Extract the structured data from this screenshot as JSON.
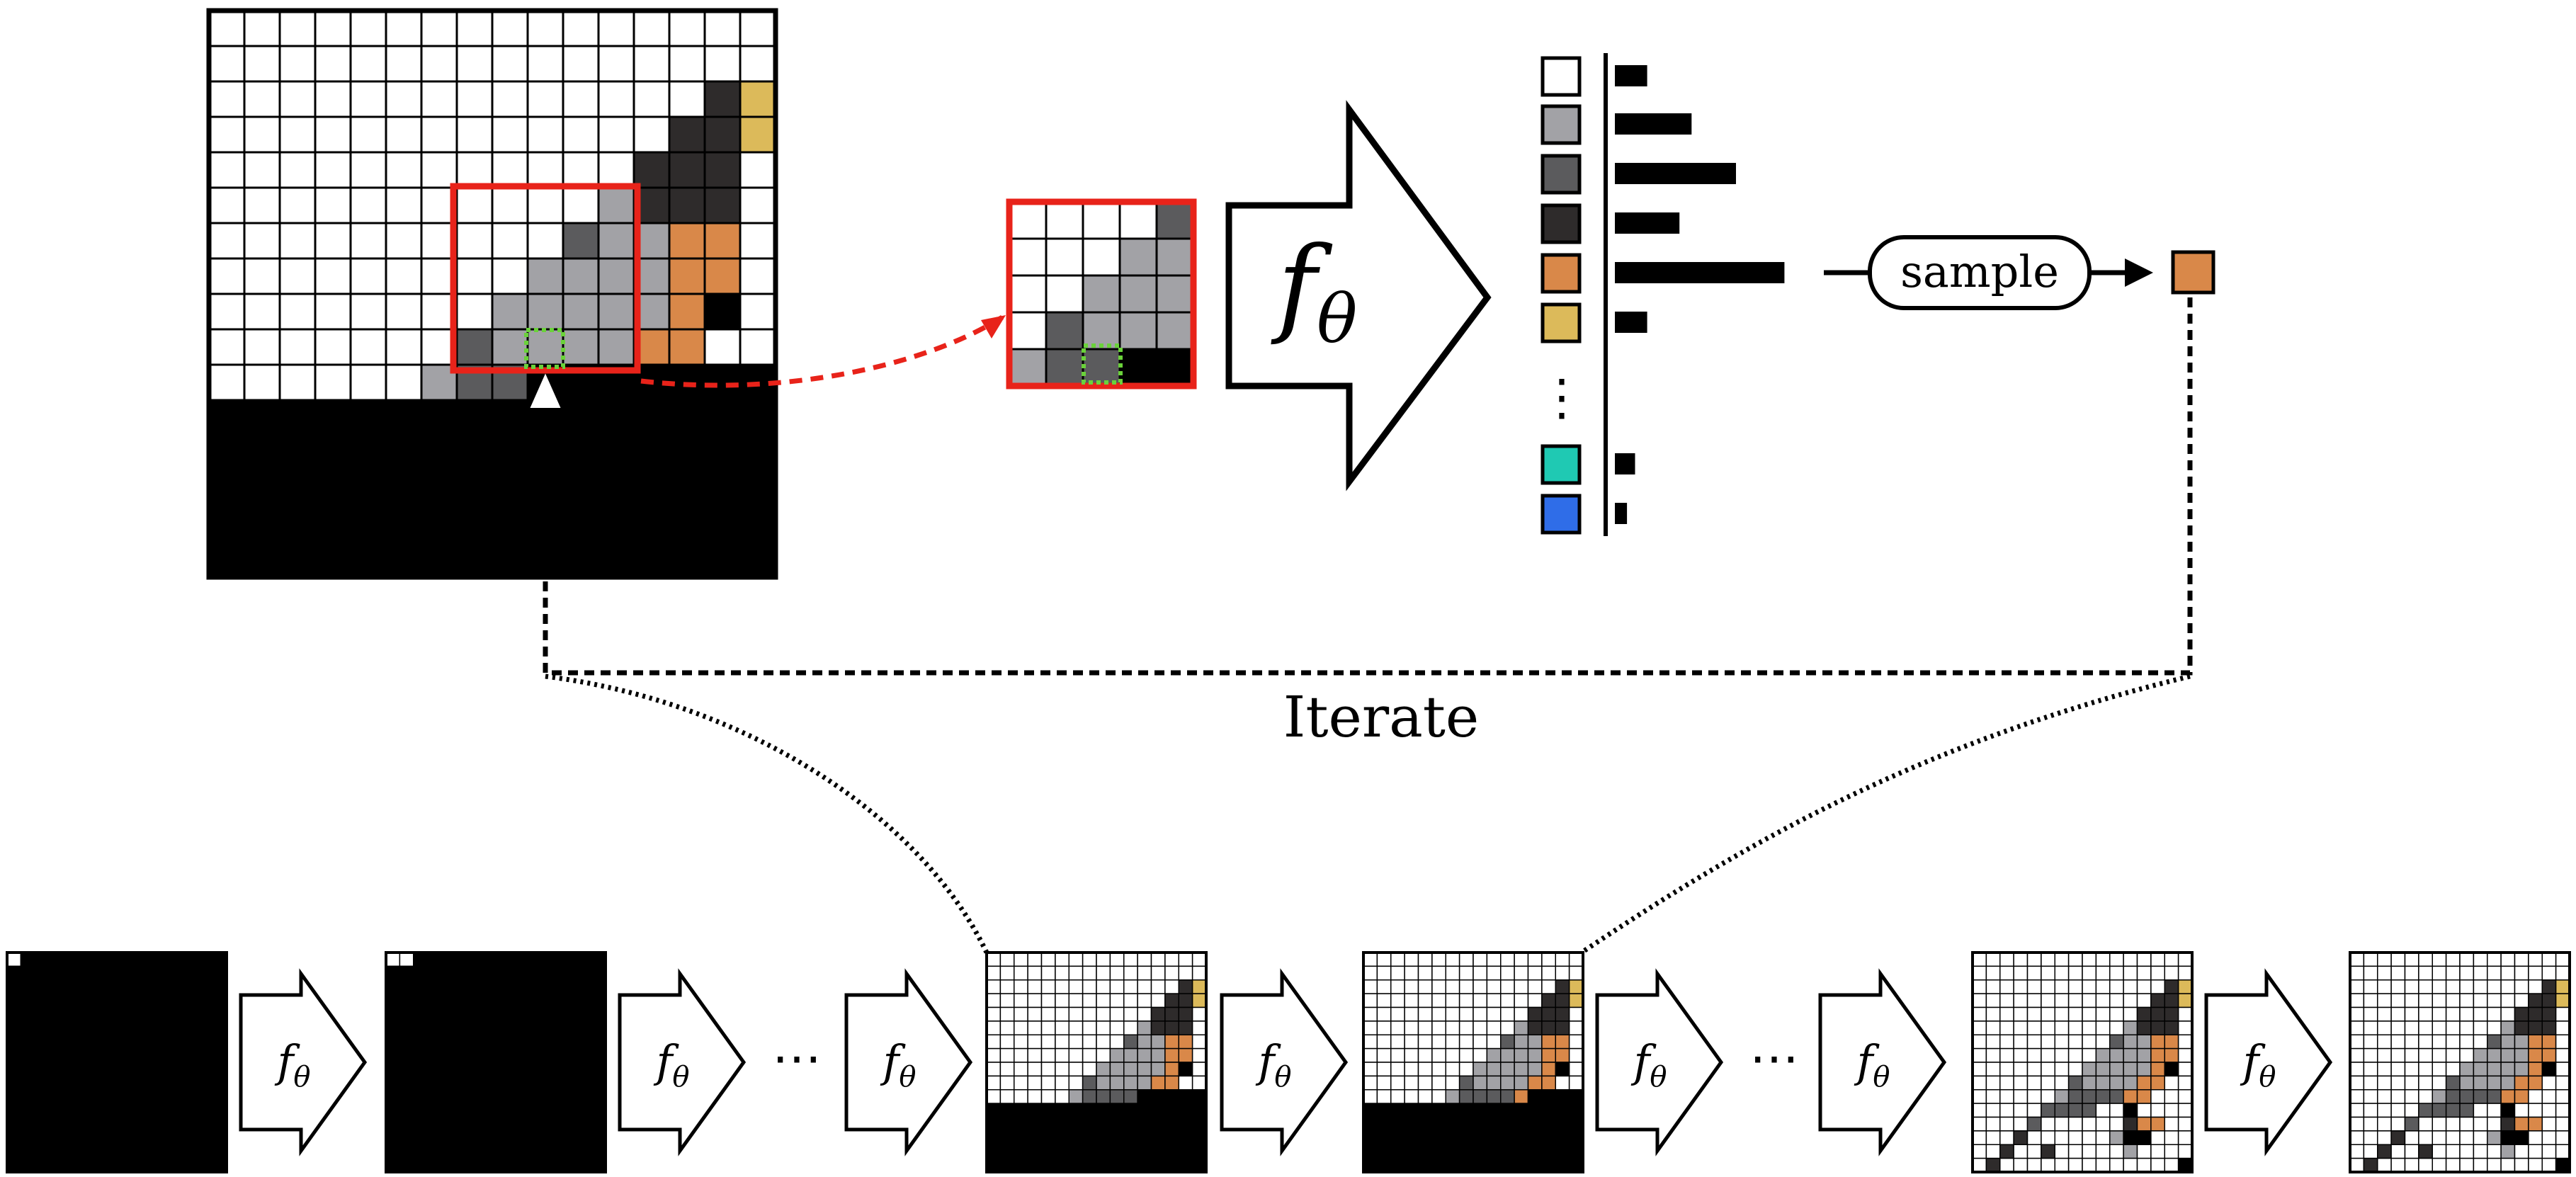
{
  "labels": {
    "f_symbol": "f",
    "theta_symbol": "θ",
    "sample": "sample",
    "iterate": "Iterate",
    "ellipsis": "⋯",
    "vertical_ellipsis": "⋮"
  },
  "colors": {
    "white": "#ffffff",
    "light_gray": "#a2a2a6",
    "dark_gray": "#5b5b5d",
    "near_black": "#2e2b2b",
    "orange": "#d98849",
    "yellow": "#dcba5a",
    "teal": "#1fc9b3",
    "blue": "#2f6de8",
    "black": "#000000",
    "selection_red": "#e8231a",
    "current_pixel_green": "#6ad23a"
  },
  "image_sequence": [
    {
      "step": "start",
      "filled_pixels": 1
    },
    {
      "step": "step-2",
      "filled_pixels": 2
    },
    {
      "step": "mid-1",
      "filled_pixels": 171
    },
    {
      "step": "mid-2",
      "filled_pixels": 172
    },
    {
      "step": "near-final",
      "filled_pixels": 255
    },
    {
      "step": "final",
      "filled_pixels": 256
    }
  ],
  "histogram": {
    "categories": [
      "white",
      "light_gray",
      "dark_gray",
      "near_black",
      "orange",
      "yellow",
      "teal",
      "blue"
    ],
    "probabilities": [
      0.08,
      0.19,
      0.3,
      0.16,
      0.42,
      0.08,
      0.05,
      0.03
    ]
  },
  "sampled_color": "orange"
}
